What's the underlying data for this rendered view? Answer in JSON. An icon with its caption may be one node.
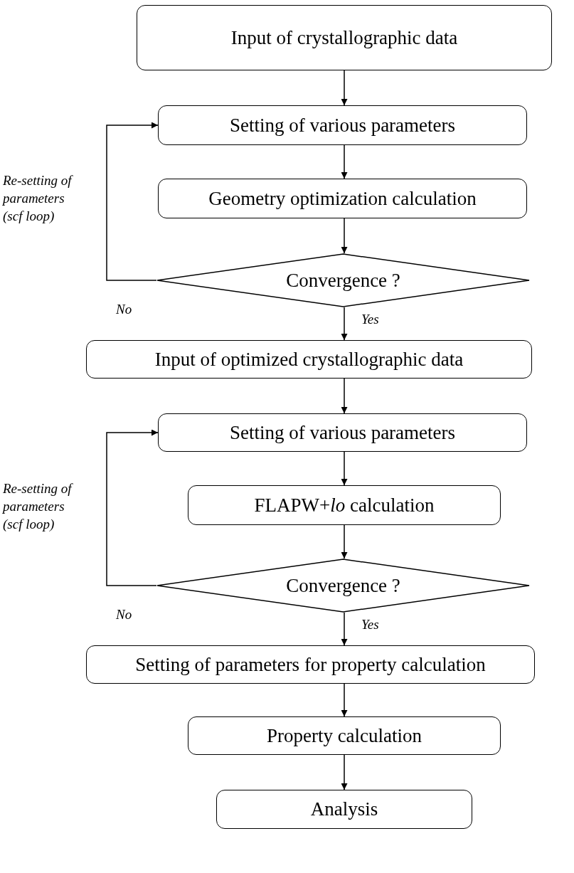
{
  "diagram": {
    "nodes": [
      {
        "text": [
          "Input of crystallographic data"
        ]
      },
      {
        "text": [
          "Setting of various parameters"
        ]
      },
      {
        "text": [
          "Geometry optimization calculation"
        ]
      },
      {
        "text": [
          "Convergence ?"
        ]
      },
      {
        "text": [
          "Input of optimized crystallographic data"
        ]
      },
      {
        "text": [
          "Setting of various parameters"
        ]
      },
      {
        "text": [
          "FLAPW+*lo* calculation"
        ]
      },
      {
        "text": [
          "Convergence ?"
        ]
      },
      {
        "text": [
          "Setting of parameters for property calculation"
        ]
      },
      {
        "text": [
          "Property calculation"
        ]
      },
      {
        "text": [
          "Analysis"
        ]
      }
    ],
    "edges": [
      {
        "from": 0,
        "to": 1,
        "arrow": "to"
      },
      {
        "from": 1,
        "to": 2,
        "arrow": "to"
      },
      {
        "from": 2,
        "to": 3,
        "arrow": "to"
      },
      {
        "from": 3,
        "to": 4,
        "arrow": "to",
        "label": "Yes"
      },
      {
        "from": 3,
        "to": 1,
        "arrow": "to",
        "label": "No"
      },
      {
        "from": 4,
        "to": 5,
        "arrow": "to"
      },
      {
        "from": 5,
        "to": 6,
        "arrow": "to"
      },
      {
        "from": 6,
        "to": 7,
        "arrow": "to"
      },
      {
        "from": 7,
        "to": 8,
        "arrow": "to",
        "label": "Yes"
      },
      {
        "from": 7,
        "to": 5,
        "arrow": "to",
        "label": "No"
      },
      {
        "from": 8,
        "to": 9,
        "arrow": "to"
      },
      {
        "from": 9,
        "to": 10,
        "arrow": "to"
      }
    ],
    "labels": [
      "Re-setting of parameters (scf loop)",
      "Re-setting of parameters (scf loop)"
    ]
  }
}
